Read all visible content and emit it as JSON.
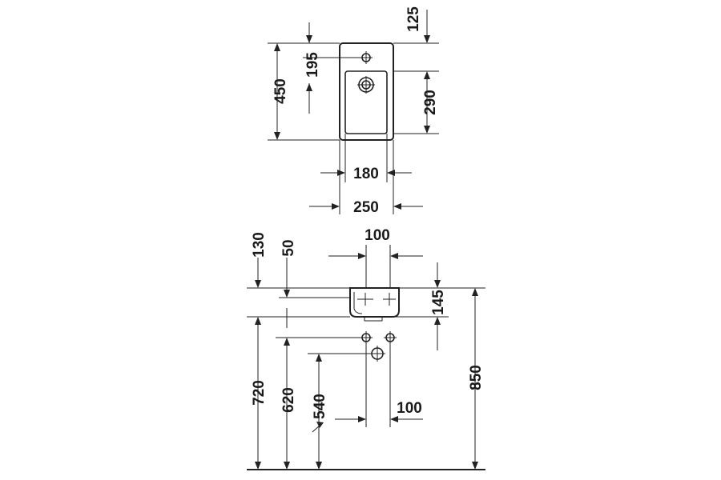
{
  "top_view": {
    "dimensions": {
      "depth_overall": "450",
      "tap_hole_offset": "195",
      "front_offset": "125",
      "bowl_depth": "290",
      "bowl_width": "180",
      "width_overall": "250"
    }
  },
  "front_view": {
    "dimensions": {
      "tap_spacing": "100",
      "top_offset": "130",
      "overflow_offset": "50",
      "basin_height": "145",
      "rim_height": "850",
      "connection_height_1": "720",
      "connection_height_2": "620",
      "waste_height": "540",
      "connection_spacing": "100"
    }
  }
}
